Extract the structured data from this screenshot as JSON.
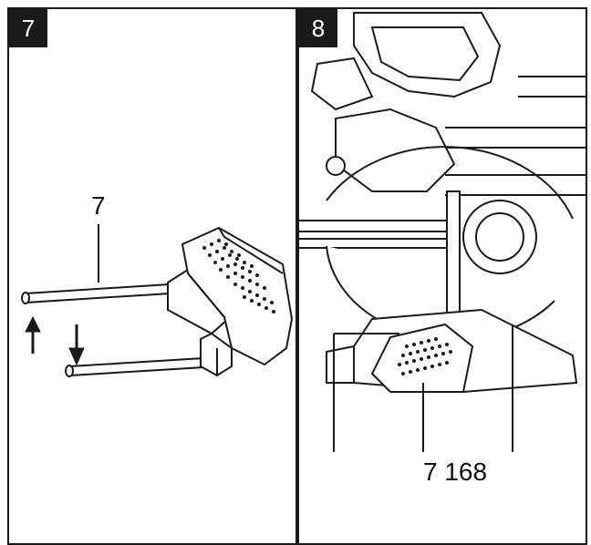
{
  "figures": [
    {
      "number": "7",
      "labels": [
        "7"
      ]
    },
    {
      "number": "8",
      "labels": [
        "7 168"
      ]
    }
  ],
  "illustrations": {
    "left": "table-extension-insertion-drawing",
    "right": "mitre-saw-detail-drawing"
  },
  "colors": {
    "ink": "#1a1a1a",
    "paper": "#ffffff"
  }
}
